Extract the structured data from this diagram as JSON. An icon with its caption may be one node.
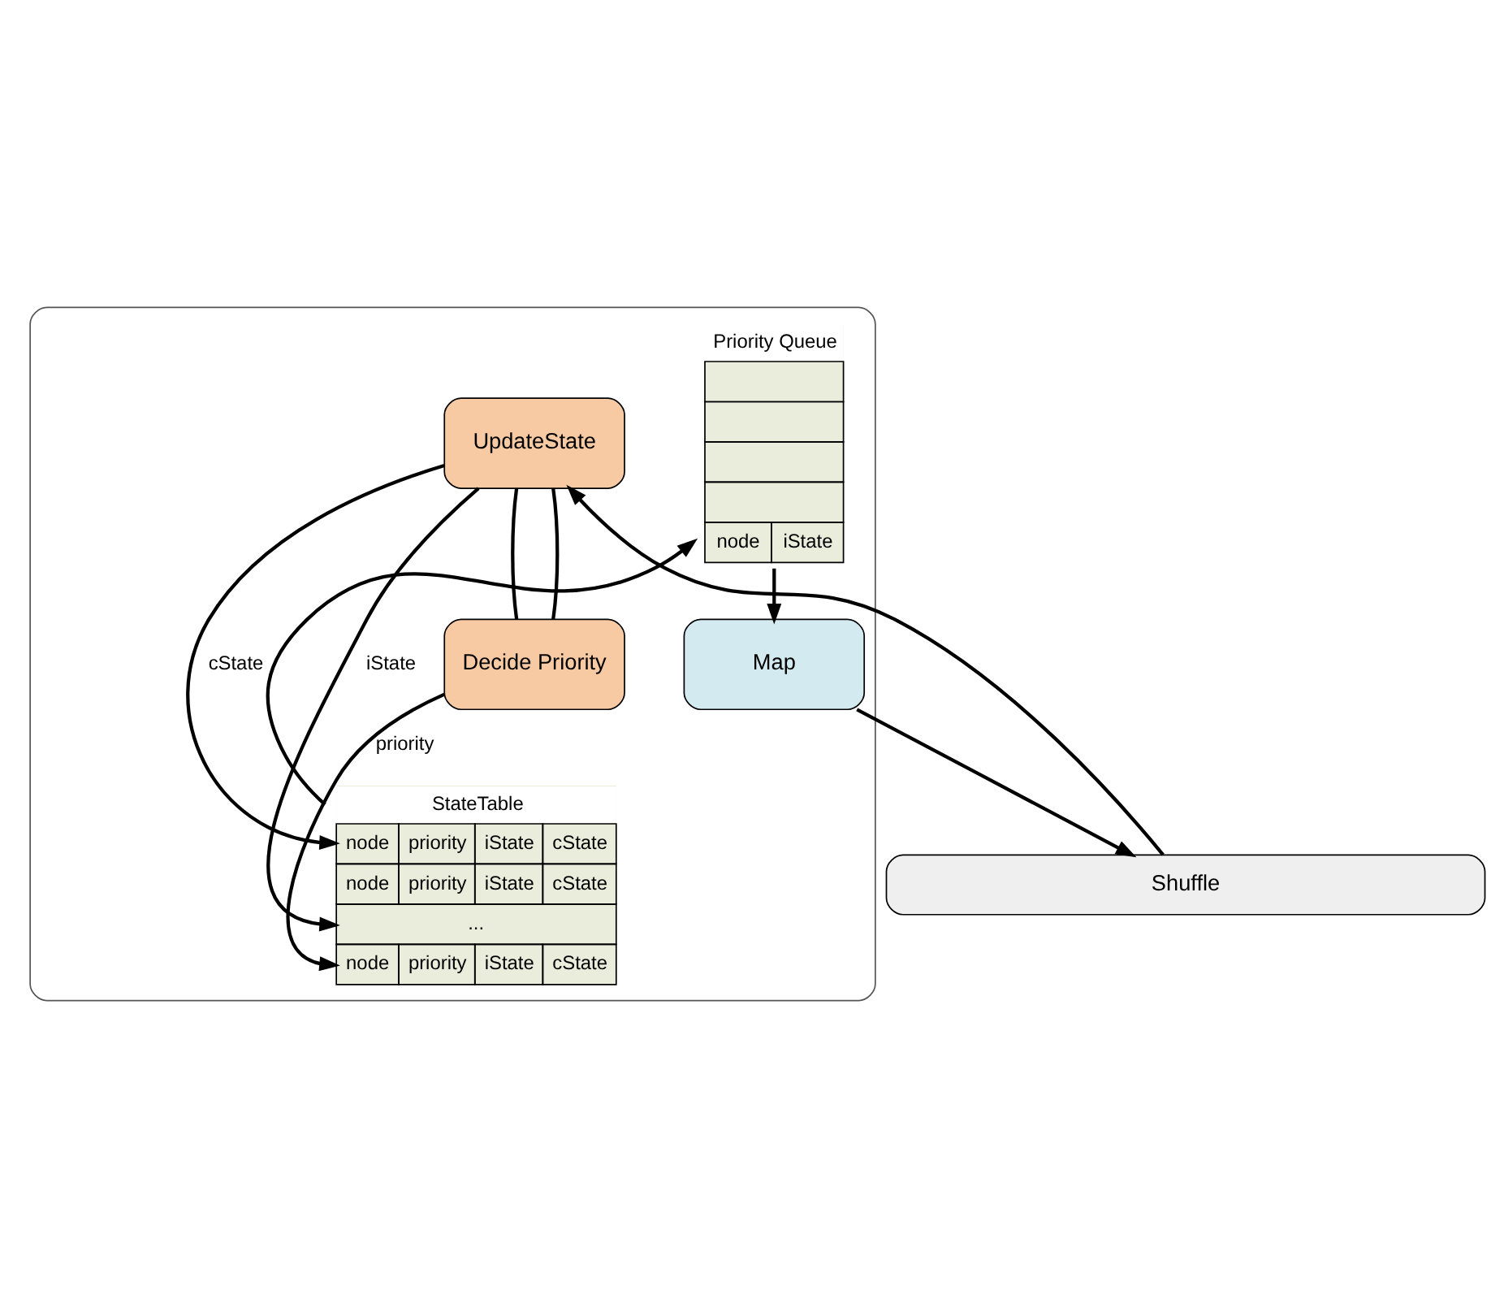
{
  "diagram": {
    "nodes": [
      {
        "text": [],
        "shape": "box"
      },
      {
        "text": [
          "Map"
        ],
        "in": 0
      },
      {
        "text": [
          "Shuffle"
        ]
      },
      {
        "text": [
          "UpdateState"
        ],
        "in": 0
      },
      {
        "text": [
          "Decide Priority"
        ],
        "in": 0
      },
      {
        "text": [
          "Priority Queue",
          "node",
          "iState"
        ],
        "in": 0
      },
      {
        "text": [
          "StateTable",
          "node",
          "priority",
          "iState",
          "cState",
          "node",
          "priority",
          "iState",
          "cState",
          "...",
          "node",
          "priority",
          "iState",
          "cState"
        ],
        "in": 0
      }
    ],
    "edges": [
      {
        "from": 5,
        "to": 1,
        "arrow": "to"
      },
      {
        "from": 1,
        "to": 2,
        "arrow": "to"
      },
      {
        "from": 2,
        "to": 3,
        "arrow": "to"
      },
      {
        "from": 6,
        "to": 5,
        "arrow": "to"
      },
      {
        "from": 3,
        "to": 4,
        "arrow": "none"
      },
      {
        "from": 3,
        "to": 4,
        "arrow": "none"
      },
      {
        "from": 3,
        "to": 6,
        "label": "cState",
        "arrow": "to"
      },
      {
        "from": 3,
        "to": 6,
        "label": "iState",
        "arrow": "to"
      },
      {
        "from": 4,
        "to": 6,
        "label": "priority",
        "arrow": "to"
      }
    ]
  }
}
